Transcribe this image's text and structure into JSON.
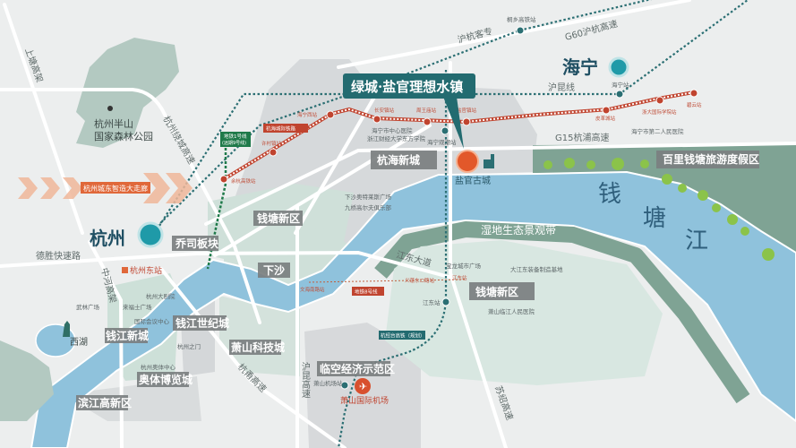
{
  "title": "绿城·盐官理想水镇",
  "colors": {
    "background": "#eceeee",
    "river": "#8fc2dc",
    "wetland": "#7fa394",
    "accent_teal": "#236b70",
    "rail_red": "#c0442f",
    "site_orange": "#e2582a"
  },
  "cities": {
    "hangzhou": "杭州",
    "haining": "海宁"
  },
  "site": {
    "name": "盐官古城",
    "icon": "project-location-dot"
  },
  "districts": [
    "杭海新城",
    "钱塘新区",
    "乔司板块",
    "下沙",
    "钱江世纪城",
    "钱江新城",
    "萧山科技城",
    "奥体博览城",
    "滨江高新区",
    "临空经济示范区",
    "钱塘新区",
    "百里钱塘旅游度假区"
  ],
  "green_zones": {
    "wetland": "湿地生态景观带",
    "forest_park_line1": "杭州半山",
    "forest_park_line2": "国家森林公园",
    "west_lake": "西湖"
  },
  "river": [
    "钱",
    "塘",
    "江"
  ],
  "roads": [
    "上塘高架",
    "杭州绕城高速",
    "德胜快速路",
    "中河高架",
    "杭甬高速",
    "沪昆高速",
    "苏绍高速",
    "江东大道",
    "沪杭客专",
    "G60沪杭高速",
    "沪昆线",
    "G15杭浦高速"
  ],
  "tags": {
    "corridor": "杭州城东智造大走廊",
    "intercity": "杭海城际铁路",
    "metro1": "地铁1号线",
    "metro1_sub": "(远期9号线)",
    "metro8": "地铁8号线",
    "hst": "杭绍台高铁（规划）"
  },
  "stations": [
    "余杭高铁站",
    "许村镇站",
    "海宁西站",
    "长安镇站",
    "周王庙站",
    "盐官镇站",
    "皮革城站",
    "浙大国际学院站",
    "碧云站",
    "桐乡高铁站",
    "海宁站",
    "海宁观潮站",
    "江东站",
    "萧山机场站",
    "文海南路站",
    "义蓬东二路站",
    "江东站"
  ],
  "landmarks": {
    "east_station": "杭州东站",
    "airport": "萧山国际机场",
    "pois": [
      "海宁市中心医院",
      "浙江财经大学东方学院",
      "海宁市第二人民医院",
      "下沙奥特莱斯广场",
      "九桥高尔夫俱乐部",
      "宝龙城市广场",
      "大江东装备制造基地",
      "萧山临江人民医院",
      "武林广场",
      "杭州大剧院",
      "来福士广场",
      "国际会议中心",
      "杭州之门",
      "杭州奥体中心"
    ]
  }
}
